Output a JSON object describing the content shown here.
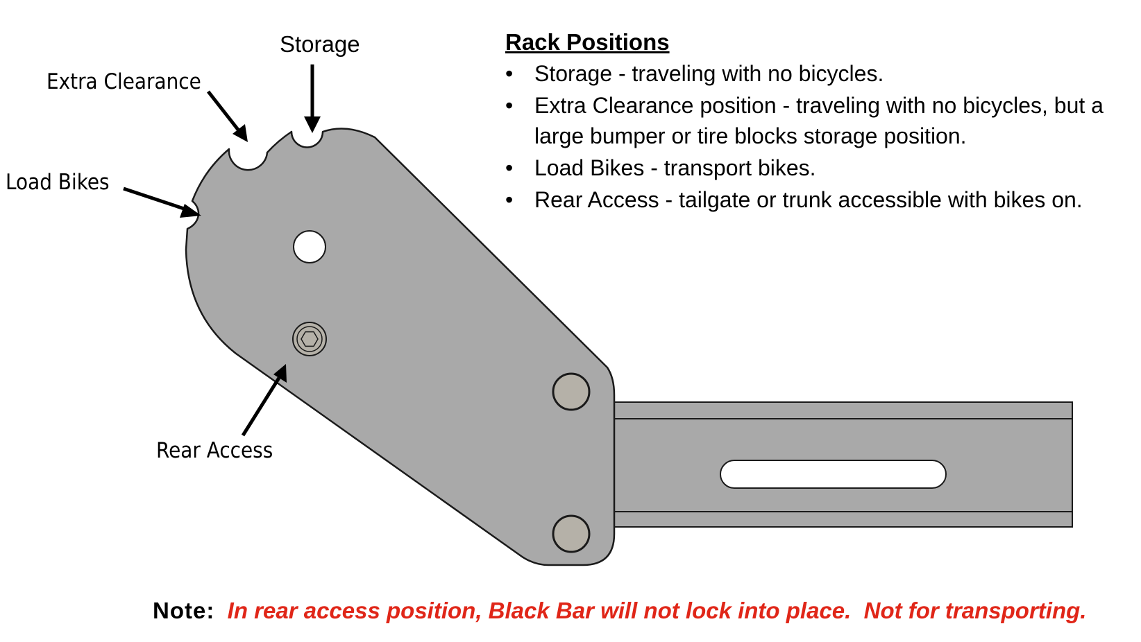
{
  "labels": {
    "storage": "Storage",
    "extra_clearance": "Extra Clearance",
    "load_bikes": "Load Bikes",
    "rear_access": "Rear Access"
  },
  "legend": {
    "title": "Rack Positions",
    "items": [
      "Storage - traveling with no bicycles.",
      "Extra Clearance position - traveling with no bicycles, but a large bumper or tire blocks storage position.",
      "Load Bikes - transport bikes.",
      "Rear Access - tailgate or trunk accessible with bikes on."
    ]
  },
  "note": {
    "label": "Note:",
    "text": "In rear access position, Black Bar will not lock into place.  Not for transporting."
  },
  "colors": {
    "plate_fill": "#a9a9a9",
    "outline": "#1a1a1a",
    "bolt_fill": "#b5b1a8",
    "note_red": "#e02618"
  }
}
